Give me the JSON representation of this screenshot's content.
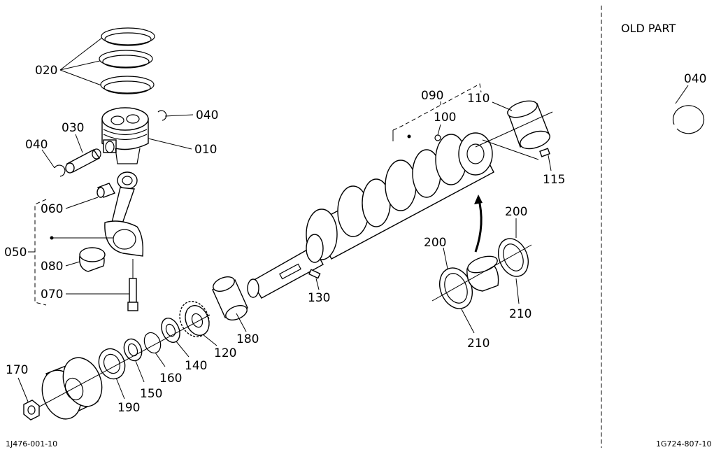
{
  "diagram": {
    "callouts": {
      "p020": "020",
      "p040a": "040",
      "p030": "030",
      "p040b": "040",
      "p010": "010",
      "p060": "060",
      "p050": "050",
      "p080": "080",
      "p070": "070",
      "p090": "090",
      "p100": "100",
      "p110": "110",
      "p115": "115",
      "p130": "130",
      "p180": "180",
      "p120": "120",
      "p140": "140",
      "p160": "160",
      "p150": "150",
      "p190": "190",
      "p170": "170",
      "p200a": "200",
      "p200b": "200",
      "p210a": "210",
      "p210b": "210",
      "p040c": "040"
    },
    "old_part_heading": "OLD PART",
    "figure_code_left": "1J476-001-10",
    "figure_code_right": "1G724-807-10"
  }
}
